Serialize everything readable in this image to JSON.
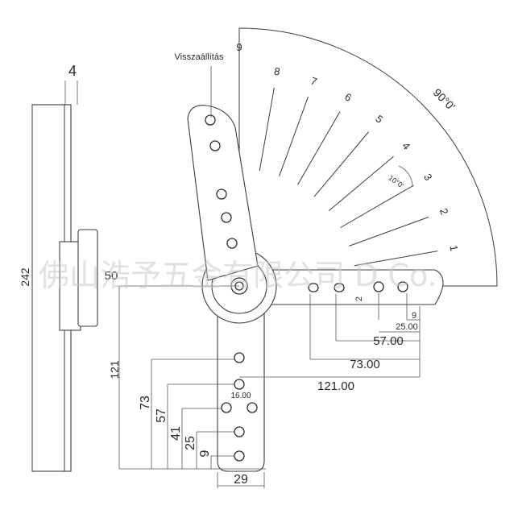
{
  "reset_label": "Visszaállítás",
  "side_view": {
    "thickness": "4",
    "height": "242",
    "mid": "50"
  },
  "scale": {
    "ticks": [
      "1",
      "2",
      "3",
      "4",
      "5",
      "6",
      "7",
      "8",
      "9"
    ],
    "arc_label": "90°0'",
    "step_label": "10°0'"
  },
  "arm_dims": {
    "d9": "9",
    "d25": "25.00",
    "d57": "57.00",
    "d73": "73.00",
    "d121": "121.00",
    "d2": "2"
  },
  "foot_dims": {
    "d121": "121",
    "d73": "73",
    "d57": "57",
    "d41": "41",
    "d25": "25",
    "d9": "9",
    "w29": "29",
    "pitch": "16.00"
  },
  "watermark": "佛山浩予五金有限公司 D Co.",
  "colors": {
    "line": "#3c3c3c",
    "watermark": "#c9c9c9",
    "background": "#ffffff"
  }
}
